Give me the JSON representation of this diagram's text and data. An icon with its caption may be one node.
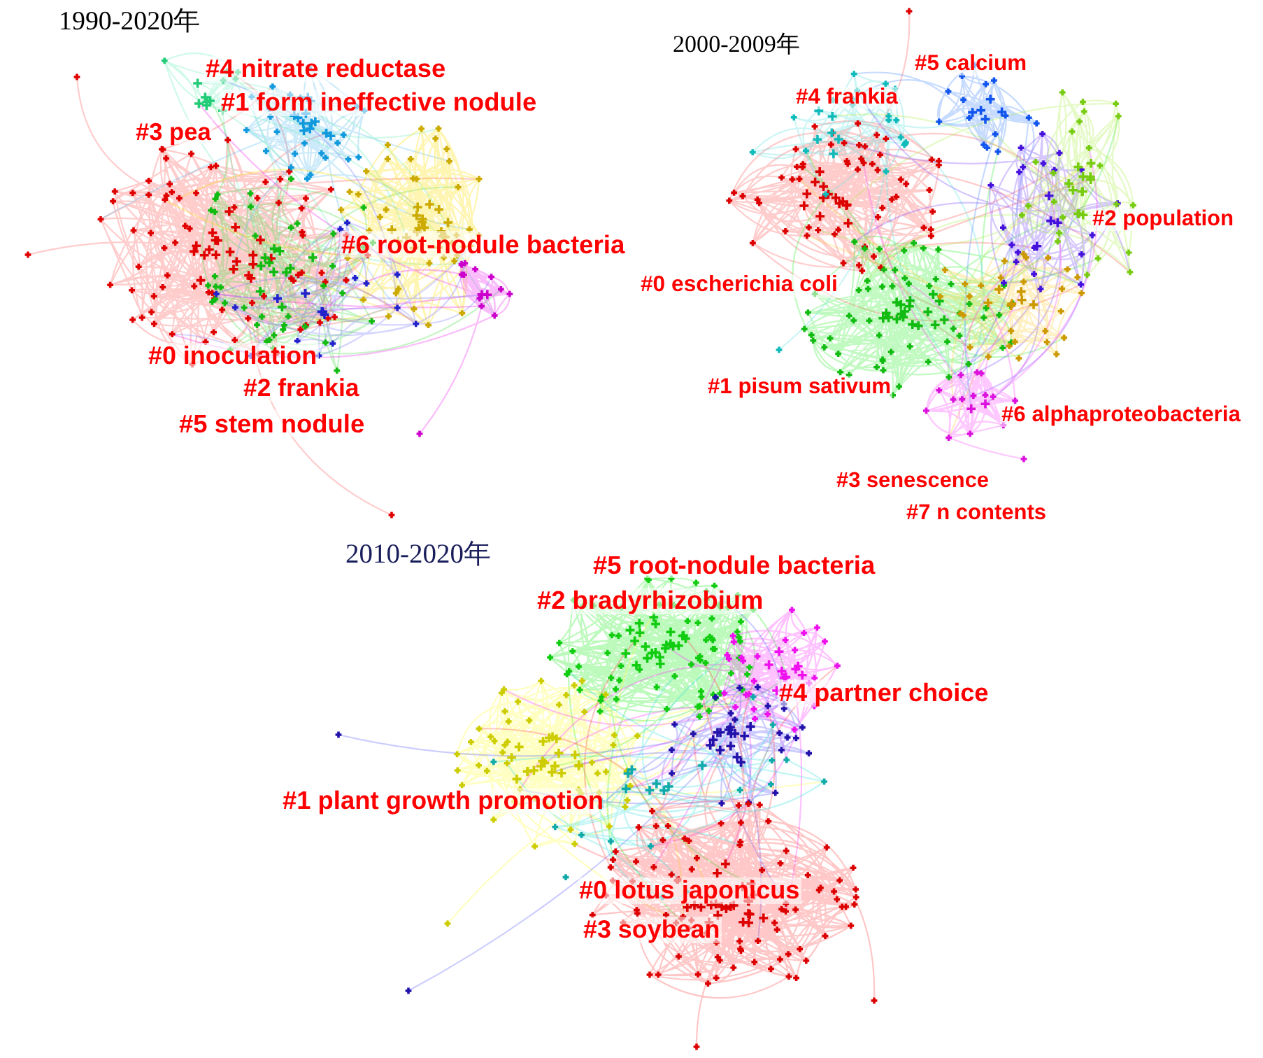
{
  "diagram": {
    "labels": [
      "1990-2020年",
      "#4 nitrate reductase",
      "#1 form ineffective nodule",
      "#3 pea",
      "#6 root-nodule bacteria",
      "#0 inoculation",
      "#2 frankia",
      "#5 stem nodule",
      "2000-2009年",
      "#5 calcium",
      "#4 frankia",
      "#2 population",
      "#0 escherichia coli",
      "#1 pisum sativum",
      "#6 alphaproteobacteria",
      "#3 senescence",
      "#7 n contents",
      "2010-2020年",
      "#5 root-nodule bacteria",
      "#2 bradyrhizobium",
      "#4 partner choice",
      "#1 plant growth promotion",
      "#0 lotus japonicus",
      "#3 soybean"
    ]
  }
}
